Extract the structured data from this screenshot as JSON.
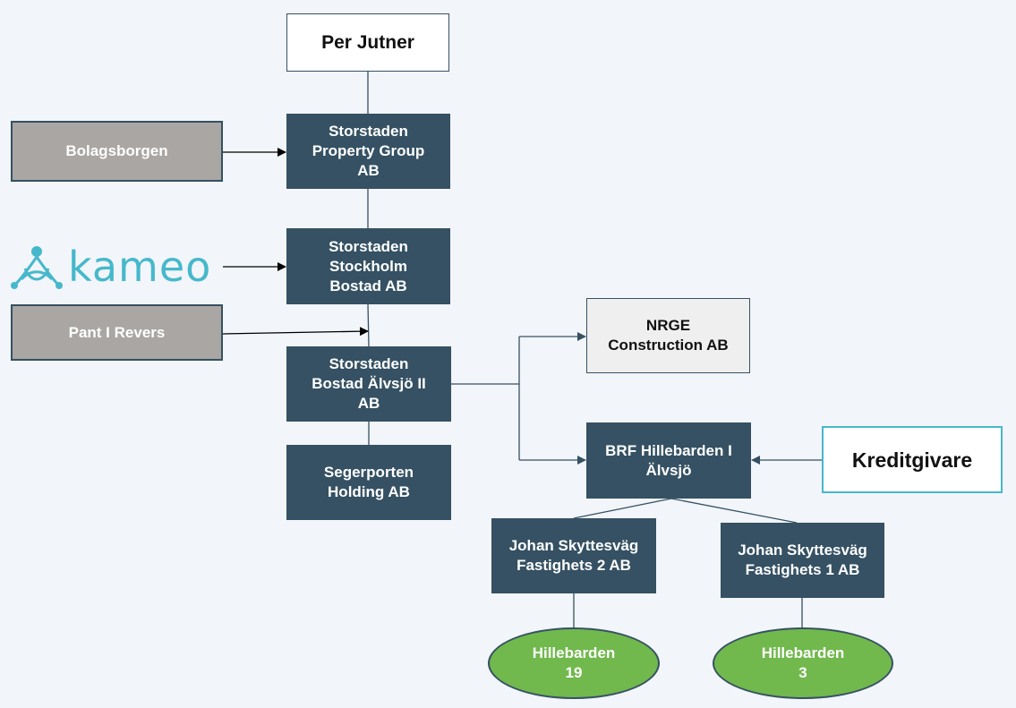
{
  "nodes": {
    "per_jutner": "Per Jutner",
    "property_group": "Storstaden\nProperty Group\nAB",
    "bolagsborgen": "Bolagsborgen",
    "stockholm_bostad": "Storstaden\nStockholm\nBostad AB",
    "kameo_logo": "kameo",
    "pant_i_revers": "Pant I Revers",
    "bostad_alvsjo": "Storstaden\nBostad Älvsjö II\nAB",
    "segerporten": "Segerporten\nHolding AB",
    "nrge": "NRGE\nConstruction AB",
    "brf": "BRF Hillebarden I\nÄlvsjö",
    "kreditgivare": "Kreditgivare",
    "johan2": "Johan Skyttesväg\nFastighets 2 AB",
    "johan1": "Johan Skyttesväg\nFastighets 1 AB",
    "hillebarden19": "Hillebarden\n19",
    "hillebarden3": "Hillebarden\n3"
  },
  "colors": {
    "dark_node": "#355163",
    "grey_node": "#a9a6a3",
    "light_node": "#efefef",
    "accent_teal": "#46b8cc",
    "property_green": "#71b84d",
    "background": "#f2f5f9"
  }
}
